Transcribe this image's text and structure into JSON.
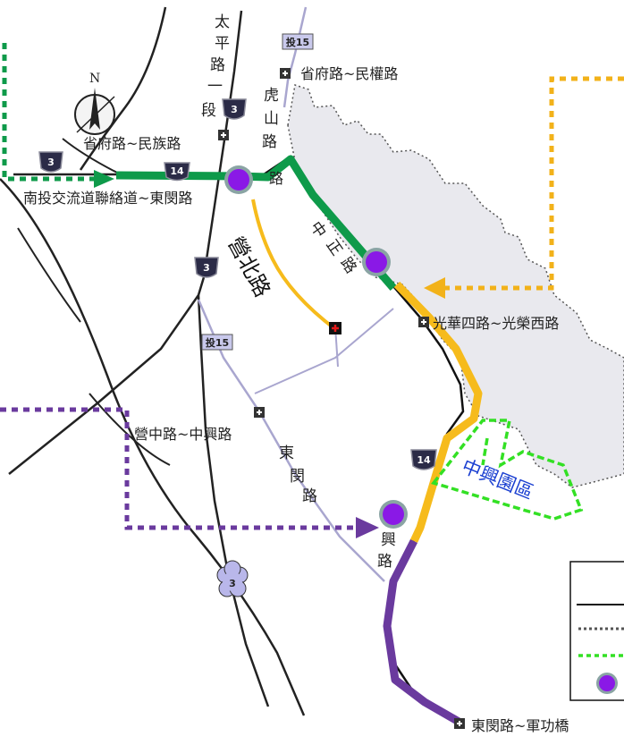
{
  "map": {
    "north_label": "N",
    "roads": {
      "taiping_road": [
        "太",
        "平",
        "路",
        "一",
        "段"
      ],
      "hushan_road": [
        "虎",
        "山",
        "路"
      ],
      "yingbei_road": "營北路",
      "zhongzheng_road": [
        "中",
        "正",
        "路"
      ],
      "dongyan_road": [
        "東",
        "閔",
        "路"
      ],
      "zhongxing_road": [
        "興",
        "路"
      ],
      "route14_fragment": "路"
    },
    "intersections": {
      "shengfu_minquan": "省府路~民權路",
      "shengfu_minzu": "省府路~民族路",
      "nantou_connector_dongyan": "南投交流道聯絡道~東閔路",
      "guanghua4_guangrong_west": "光華四路~光榮西路",
      "yingzhong_zhongxing": "營中路~中興路",
      "dongyan_jungong": "東閔路~軍功橋"
    },
    "district": {
      "zhongxing_park": "中興園區"
    },
    "shields": {
      "county_15_top": "投15",
      "county_15_mid": "投15",
      "prov_3_left": "3",
      "prov_3_top": "3",
      "prov_3_mid": "3",
      "prov_3_bottom": "3",
      "prov_14_top": "14",
      "prov_14_mid": "14"
    },
    "colors": {
      "green_route": "#0e9a4a",
      "purple_route": "#6a3a9e",
      "yellow_route": "#f6bb1c",
      "orange_dashed": "#f2b21a",
      "park_boundary": "#33e024",
      "district_fill": "#e9e9ee",
      "park_label": "#1a3fd1",
      "marker_fill": "#8a19e6",
      "marker_ring": "#8aa4a4"
    }
  }
}
